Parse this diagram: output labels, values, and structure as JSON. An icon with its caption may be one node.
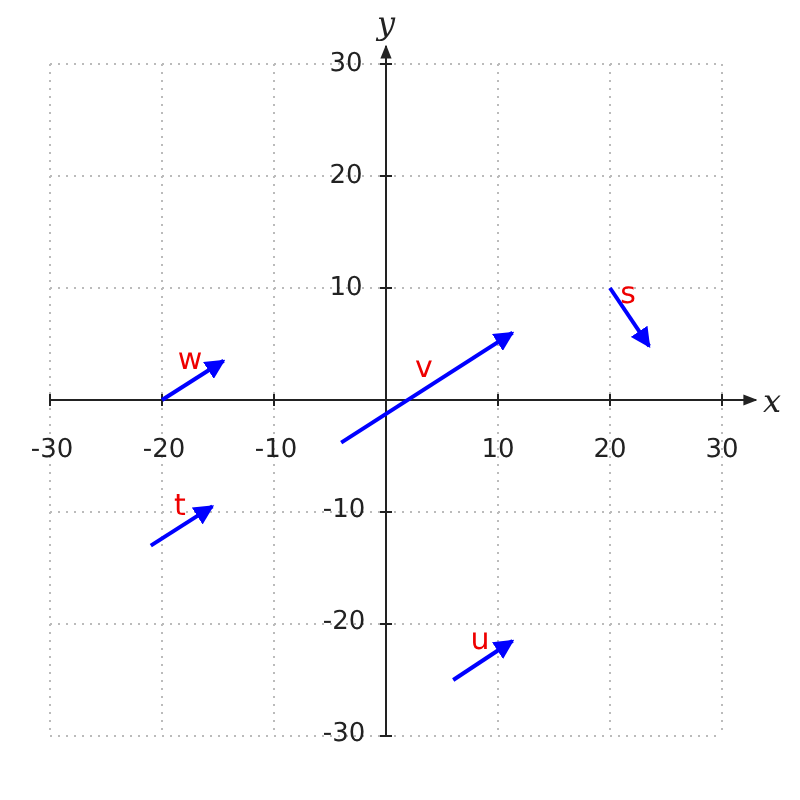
{
  "diagram": {
    "labels": [
      "y",
      "30",
      "20",
      "10",
      "s",
      "w",
      "v",
      "x",
      "-30",
      "-20",
      "-10",
      "10",
      "20",
      "30",
      "t",
      "-10",
      "-20",
      "u",
      "-30"
    ]
  }
}
